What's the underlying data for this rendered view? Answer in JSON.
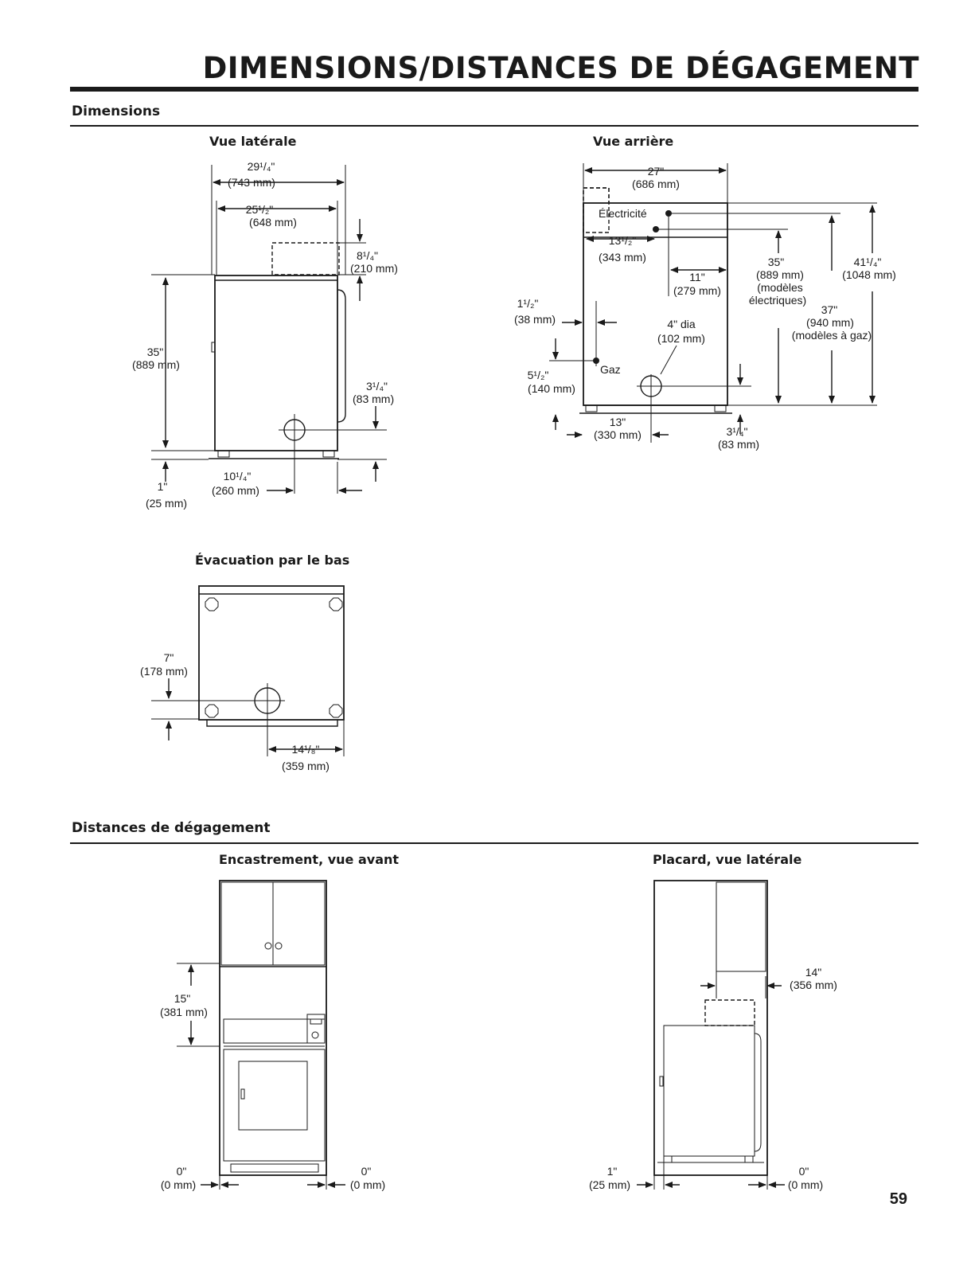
{
  "header": {
    "title": "DIMENSIONS/DISTANCES DE DÉGAGEMENT"
  },
  "page_number": "59",
  "sections": {
    "dimensions": {
      "heading": "Dimensions"
    },
    "clearances": {
      "heading": "Distances de dégagement"
    }
  },
  "side_view": {
    "title": "Vue latérale",
    "dims": {
      "total_depth": [
        "29¹/₄\"",
        "(743 mm)"
      ],
      "cabinet_depth": [
        "25¹/₂\"",
        "(648 mm)"
      ],
      "top_clearance": [
        "8¹/₄\"",
        "(210 mm)"
      ],
      "height": [
        "35\"",
        "(889 mm)"
      ],
      "vent_height": [
        "3¹/₄\"",
        "(83 mm)"
      ],
      "vent_offset": [
        "10¹/₄\"",
        "(260 mm)"
      ],
      "leg": [
        "1\"",
        "(25 mm)"
      ]
    }
  },
  "rear_view": {
    "title": "Vue arrière",
    "labels": {
      "electricity": "Électricité",
      "gas": "Gaz"
    },
    "dims": {
      "width": [
        "27\"",
        "(686 mm)"
      ],
      "elec_offset": [
        "13¹/₂\"",
        "(343 mm)"
      ],
      "gas_edge": [
        "1¹/₂\"",
        "(38 mm)"
      ],
      "gas_height": [
        "5¹/₂\"",
        "(140 mm)"
      ],
      "vent_center": [
        "13\"",
        "(330 mm)"
      ],
      "vent_offset": [
        "11\"",
        "(279 mm)"
      ],
      "vent_dia": [
        "4\" dia",
        "(102 mm)"
      ],
      "vent_height": [
        "3¹/₄\"",
        "(83 mm)"
      ],
      "elec_height": [
        "35\"",
        "(889 mm)",
        "(modèles",
        "électriques)"
      ],
      "gas_model_height": [
        "37\"",
        "(940 mm)",
        "(modèles à gaz)"
      ],
      "total_height": [
        "41¹/₄\"",
        "(1048 mm)"
      ]
    }
  },
  "bottom_view": {
    "title": "Évacuation par le bas",
    "dims": {
      "front": [
        "7\"",
        "(178 mm)"
      ],
      "side": [
        "14¹/₈\"",
        "(359 mm)"
      ]
    }
  },
  "built_in_front": {
    "title": "Encastrement, vue avant",
    "dims": {
      "top": [
        "15\"",
        "(381 mm)"
      ],
      "left": [
        "0\"",
        "(0 mm)"
      ],
      "right": [
        "0\"",
        "(0 mm)"
      ]
    }
  },
  "closet_side": {
    "title": "Placard, vue latérale",
    "dims": {
      "shelf": [
        "14\"",
        "(356 mm)"
      ],
      "rear": [
        "1\"",
        "(25 mm)"
      ],
      "front": [
        "0\"",
        "(0 mm)"
      ]
    }
  }
}
